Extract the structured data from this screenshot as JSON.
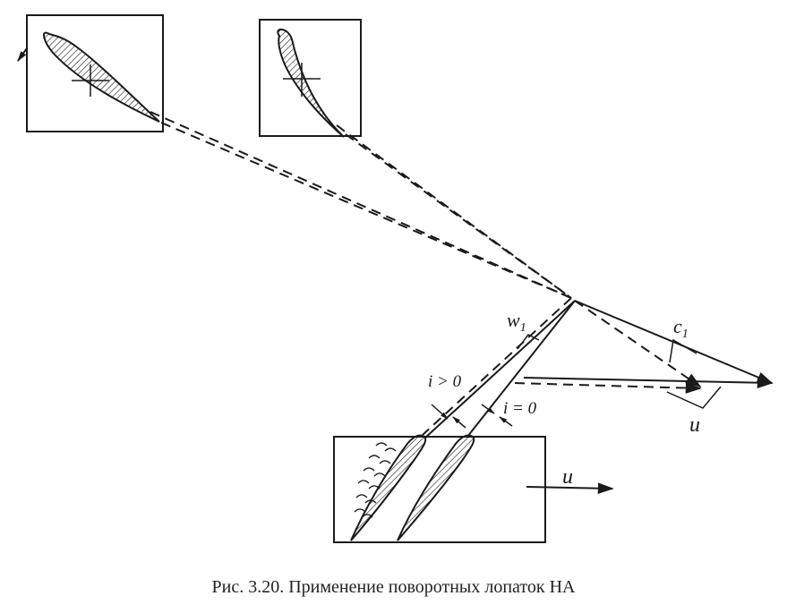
{
  "figure": {
    "caption": "Рис. 3.20. Применение поворотных лопаток НА",
    "labels": {
      "w1": "w",
      "w1_sub": "1",
      "c1": "c",
      "c1_sub": "1",
      "u_triangle": "u",
      "u_blade_motion": "u",
      "i_positive": "i > 0",
      "i_zero": "i = 0"
    }
  },
  "colors": {
    "ink": "#1a1a1a",
    "background": "#ffffff"
  }
}
